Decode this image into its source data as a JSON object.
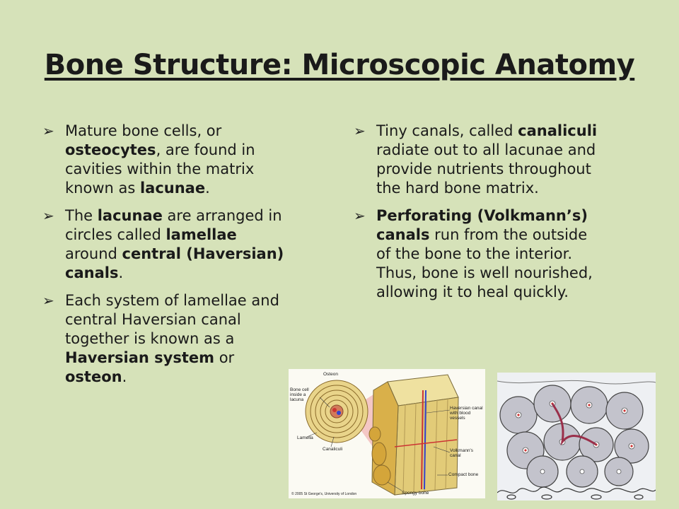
{
  "slide": {
    "title": "Bone Structure: Microscopic Anatomy"
  },
  "left_column": {
    "bullets": [
      {
        "lines": [
          [
            {
              "t": "Mature bone cells, or"
            }
          ],
          [
            {
              "t": "osteocytes",
              "b": true
            },
            {
              "t": ", are found in"
            }
          ],
          [
            {
              "t": "cavities within the matrix"
            }
          ],
          [
            {
              "t": "known as "
            },
            {
              "t": "lacunae",
              "b": true
            },
            {
              "t": "."
            }
          ]
        ]
      },
      {
        "lines": [
          [
            {
              "t": "The "
            },
            {
              "t": "lacunae",
              "b": true
            },
            {
              "t": " are arranged in"
            }
          ],
          [
            {
              "t": "circles called "
            },
            {
              "t": "lamellae",
              "b": true
            }
          ],
          [
            {
              "t": "around "
            },
            {
              "t": "central (Haversian)",
              "b": true
            }
          ],
          [
            {
              "t": "canals",
              "b": true
            },
            {
              "t": "."
            }
          ]
        ]
      },
      {
        "lines": [
          [
            {
              "t": "Each system of lamellae and"
            }
          ],
          [
            {
              "t": "central Haversian canal"
            }
          ],
          [
            {
              "t": "together is known as a"
            }
          ],
          [
            {
              "t": "Haversian system",
              "b": true
            },
            {
              "t": "  or"
            }
          ],
          [
            {
              "t": "osteon",
              "b": true
            },
            {
              "t": "."
            }
          ]
        ]
      }
    ]
  },
  "right_column": {
    "bullets": [
      {
        "lines": [
          [
            {
              "t": "Tiny canals, called "
            },
            {
              "t": "canaliculi",
              "b": true
            }
          ],
          [
            {
              "t": "radiate out to all lacunae and"
            }
          ],
          [
            {
              "t": "provide nutrients throughout"
            }
          ],
          [
            {
              "t": "the hard bone matrix."
            }
          ]
        ]
      },
      {
        "lines": [
          [
            {
              "t": "Perforating (Volkmann’s)",
              "b": true
            }
          ],
          [
            {
              "t": "canals",
              "b": true
            },
            {
              "t": " run from the outside"
            }
          ],
          [
            {
              "t": "of the bone to the interior."
            }
          ],
          [
            {
              "t": "Thus, bone is well nourished,"
            }
          ],
          [
            {
              "t": "allowing it to heal quickly."
            }
          ]
        ]
      }
    ]
  },
  "osteon_diagram": {
    "labels": {
      "osteon": "Osteon",
      "bone_cell": "Bone cell inside a lacuna",
      "lamella": "Lamella",
      "canaliculi": "Canaliculi",
      "haversian": "Haversian canal with blood vessels",
      "volkmann": "Volkmann's canal",
      "compact": "Compact bone",
      "spongy": "Spongy bone",
      "copyright": "© 2005 St George's, University of London"
    }
  },
  "icons": {
    "bullet": "arrow-bullet-icon"
  }
}
